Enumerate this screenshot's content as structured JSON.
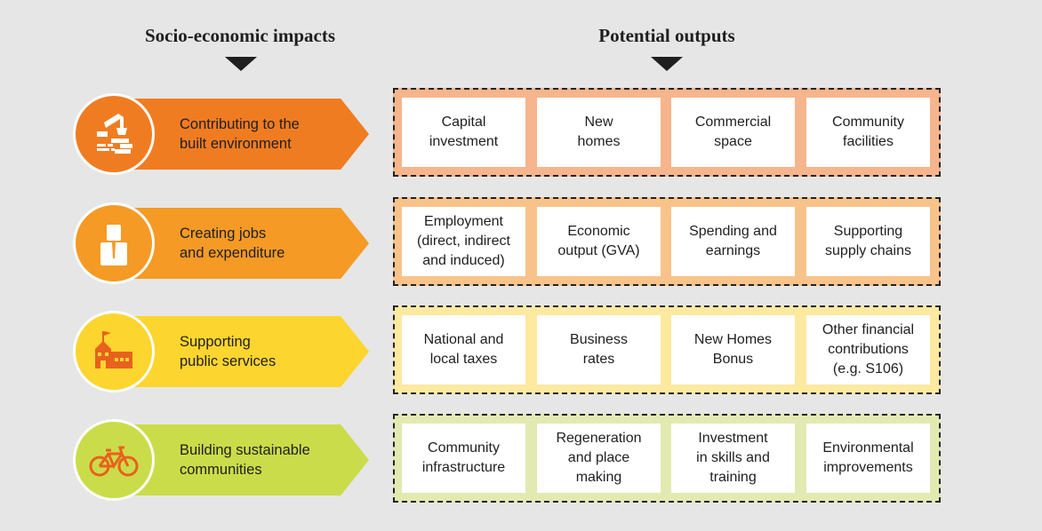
{
  "headers": {
    "left": "Socio-economic impacts",
    "right": "Potential outputs"
  },
  "rows": [
    {
      "label": "Contributing to the\nbuilt environment",
      "icon": "excavator-icon",
      "banner_color": "#f07c22",
      "circle_color": "#f07c22",
      "box_color": "#f6b58c",
      "outputs": [
        "Capital\ninvestment",
        "New\nhomes",
        "Commercial\nspace",
        "Community\nfacilities"
      ]
    },
    {
      "label": "Creating jobs\nand expenditure",
      "icon": "worker-icon",
      "banner_color": "#f59a25",
      "circle_color": "#f59a25",
      "box_color": "#f8c38a",
      "outputs": [
        "Employment\n(direct, indirect\nand induced)",
        "Economic\noutput (GVA)",
        "Spending and\nearnings",
        "Supporting\nsupply chains"
      ]
    },
    {
      "label": "Supporting\npublic services",
      "icon": "school-icon",
      "banner_color": "#fdd52f",
      "circle_color": "#fdd52f",
      "box_color": "#fde9a0",
      "outputs": [
        "National and\nlocal taxes",
        "Business\nrates",
        "New Homes\nBonus",
        "Other financial\ncontributions\n(e.g. S106)"
      ]
    },
    {
      "label": "Building sustainable\ncommunities",
      "icon": "bicycle-icon",
      "banner_color": "#cbdc4a",
      "circle_color": "#cbdc4a",
      "box_color": "#e2eab2",
      "outputs": [
        "Community\ninfrastructure",
        "Regeneration\nand place\nmaking",
        "Investment\nin skills and\ntraining",
        "Environmental\nimprovements"
      ]
    }
  ]
}
